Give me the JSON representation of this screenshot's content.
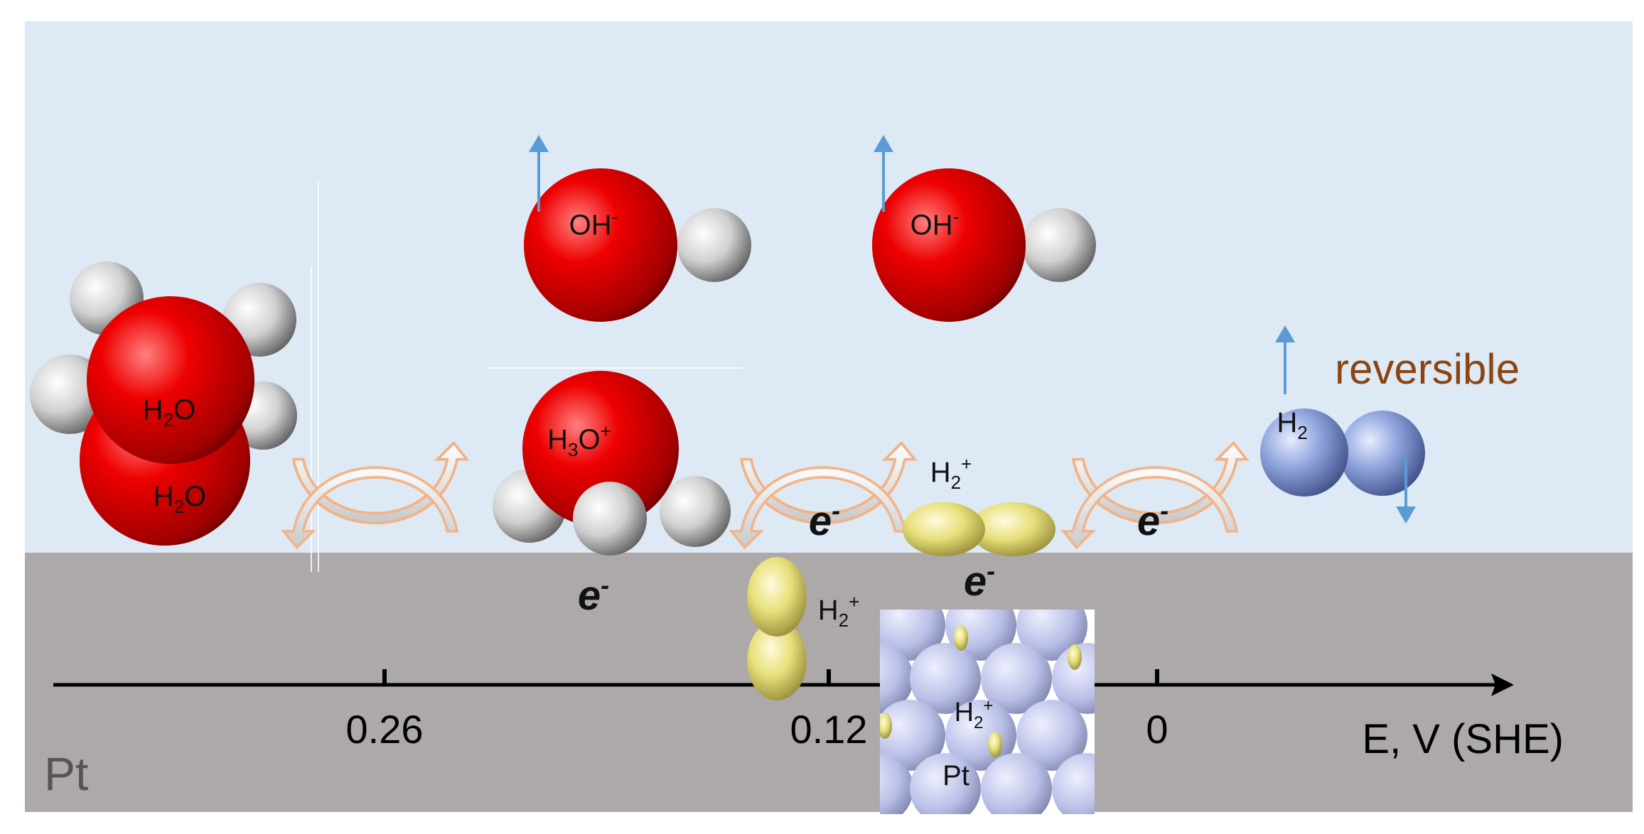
{
  "colors": {
    "solution": "#dde9f4",
    "metal": "#ada9a9",
    "oxygen": "#ff0000",
    "hydrogen": "#e8e8e8",
    "h2_blue": "#8ea3dd",
    "h2plus_yellow": "#e8e07a",
    "pt_atom": "#b9bfe6",
    "arrow_blue": "#5b9bd5",
    "exchange_arrow": "#f4b183",
    "reversible_text": "#8b4513"
  },
  "labels": {
    "metal": "Pt",
    "axis_title": "E, V (SHE)",
    "reversible": "reversible",
    "water": "H2O",
    "hydroxide": "OH-",
    "hydronium": "H3O+",
    "hydrogen_molecule": "H2",
    "hydrogen_ion": "H2+",
    "electron": "e-",
    "inset_metal": "Pt"
  },
  "axis": {
    "ticks": [
      "0.26",
      "0.12",
      "0"
    ]
  },
  "icons": [
    "up-arrow-icon",
    "down-arrow-icon",
    "exchange-arrow-icon"
  ]
}
